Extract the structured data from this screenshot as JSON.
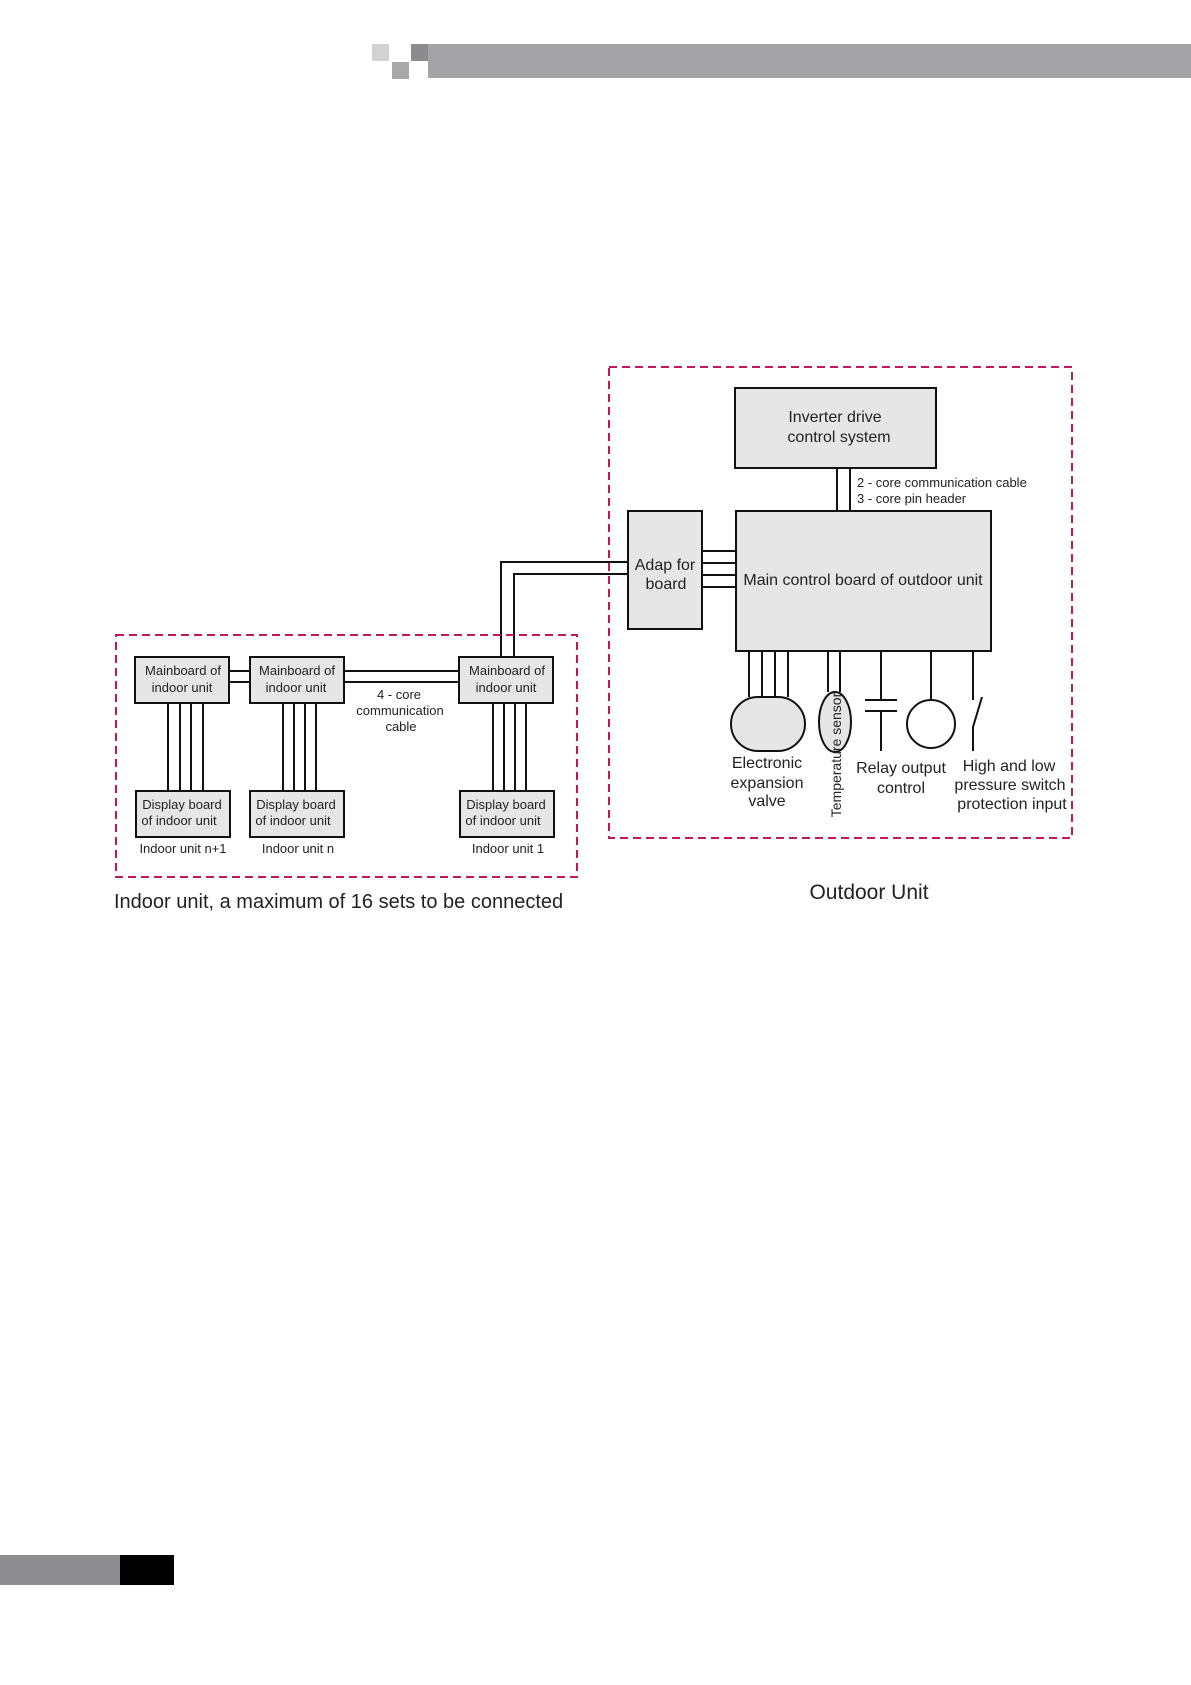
{
  "colors": {
    "header_bar": "#a4a4a6",
    "header_squares": [
      "#d2d2d4",
      "#8c8c8e",
      "#a9a9ab"
    ],
    "footer_gray": "#8e8e90",
    "footer_black": "#000000",
    "dashed_border": "#c2185b",
    "box_fill": "#e6e6e6",
    "line": "#111111"
  },
  "outdoor": {
    "inverter": [
      "Inverter drive",
      "control system"
    ],
    "cable_note": [
      "2 - core communication cable",
      "3 - core pin header"
    ],
    "adaptor": [
      "Adap for",
      "board"
    ],
    "main_board": "Main control board of  outdoor unit",
    "eev": [
      "Electronic",
      "expansion",
      "valve"
    ],
    "temp_sensor": "Temperature sensor",
    "relay": [
      "Relay output",
      "control"
    ],
    "switch": [
      "High and low",
      "pressure  switch",
      "protection input"
    ],
    "caption": "Outdoor Unit"
  },
  "indoor": {
    "units": [
      {
        "mainboard": [
          "Mainboard of",
          "indoor unit"
        ],
        "display": [
          "Display board",
          "of indoor unit"
        ],
        "label": "Indoor unit n+1"
      },
      {
        "mainboard": [
          "Mainboard of",
          "indoor unit"
        ],
        "display": [
          "Display board",
          "of indoor unit"
        ],
        "label": "Indoor unit n"
      },
      {
        "mainboard": [
          "Mainboard of",
          "indoor unit"
        ],
        "display": [
          "Display board",
          "of indoor unit"
        ],
        "label": "Indoor unit 1"
      }
    ],
    "cable_note": [
      "4 - core",
      "communication",
      "cable"
    ],
    "caption": "Indoor unit, a maximum of 16 sets to be connected"
  }
}
